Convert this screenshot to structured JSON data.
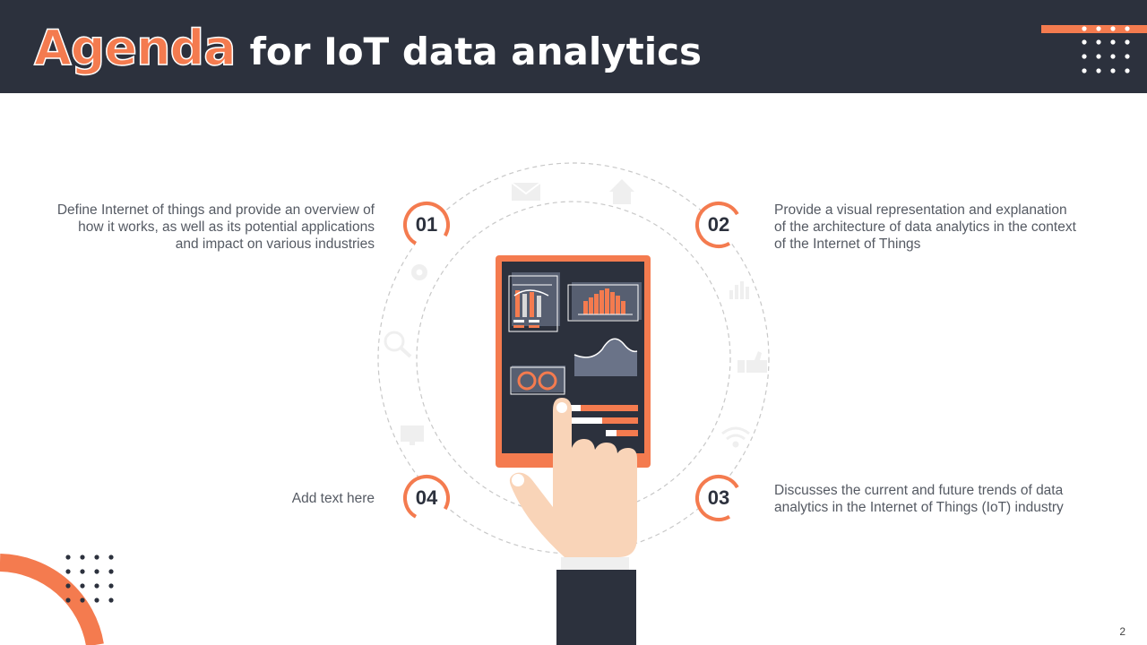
{
  "title": {
    "accent": "Agenda",
    "rest": "for IoT data analytics"
  },
  "items": [
    {
      "number": "01",
      "text": "Define Internet  of things and provide an overview of how it works, as well as its potential applications and impact on various industries"
    },
    {
      "number": "02",
      "text": "Provide a visual representation and explanation of the architecture  of data analytics in the context of the Internet  of Things"
    },
    {
      "number": "03",
      "text": "Discusses the current  and future  trends of data analytics in the Internet  of Things (IoT) industry"
    },
    {
      "number": "04",
      "text": "Add text here"
    }
  ],
  "page_number": "2",
  "colors": {
    "accent": "#f47b4f",
    "dark": "#2c313d",
    "text": "#555a63"
  },
  "icons": [
    "mail-icon",
    "home-icon",
    "settings-icon",
    "bar-chart-icon",
    "search-icon",
    "thumbs-up-icon",
    "monitor-icon",
    "wifi-icon"
  ]
}
